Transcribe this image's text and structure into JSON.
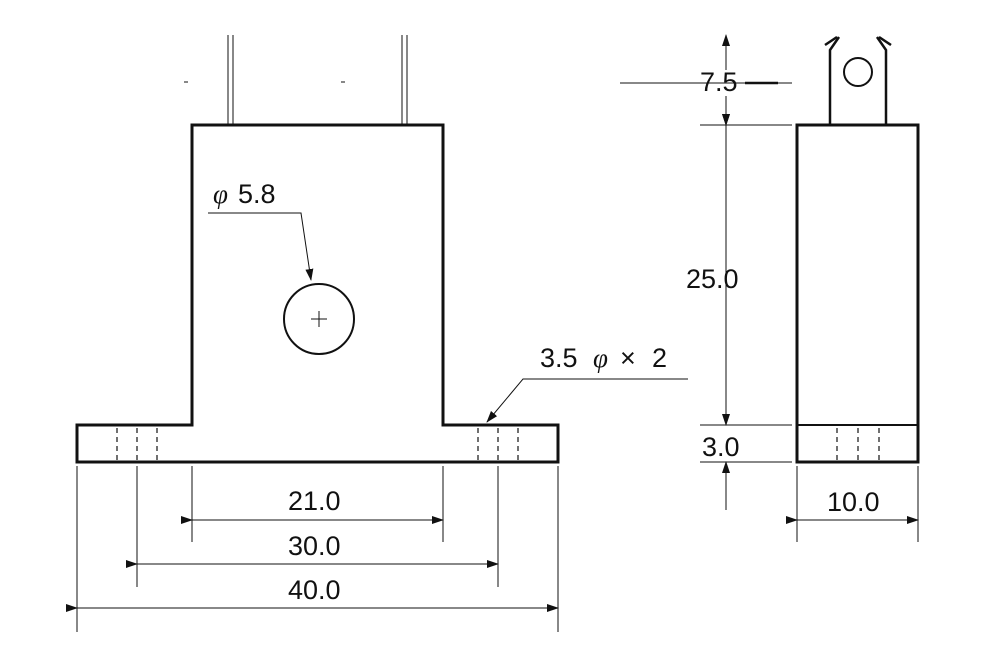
{
  "colors": {
    "line": "#111111",
    "background": "#ffffff"
  },
  "front_view": {
    "hole_label_symbol": "φ",
    "hole_label_value": "5.8",
    "mount_hole_value": "3.5",
    "mount_hole_symbol": "φ",
    "mount_hole_times": "×",
    "mount_hole_count": "2",
    "dim_inner": "21.0",
    "dim_holes": "30.0",
    "dim_overall": "40.0"
  },
  "side_view": {
    "dim_terminal": "7.5",
    "dim_body": "25.0",
    "dim_base": "3.0",
    "dim_width": "10.0"
  }
}
